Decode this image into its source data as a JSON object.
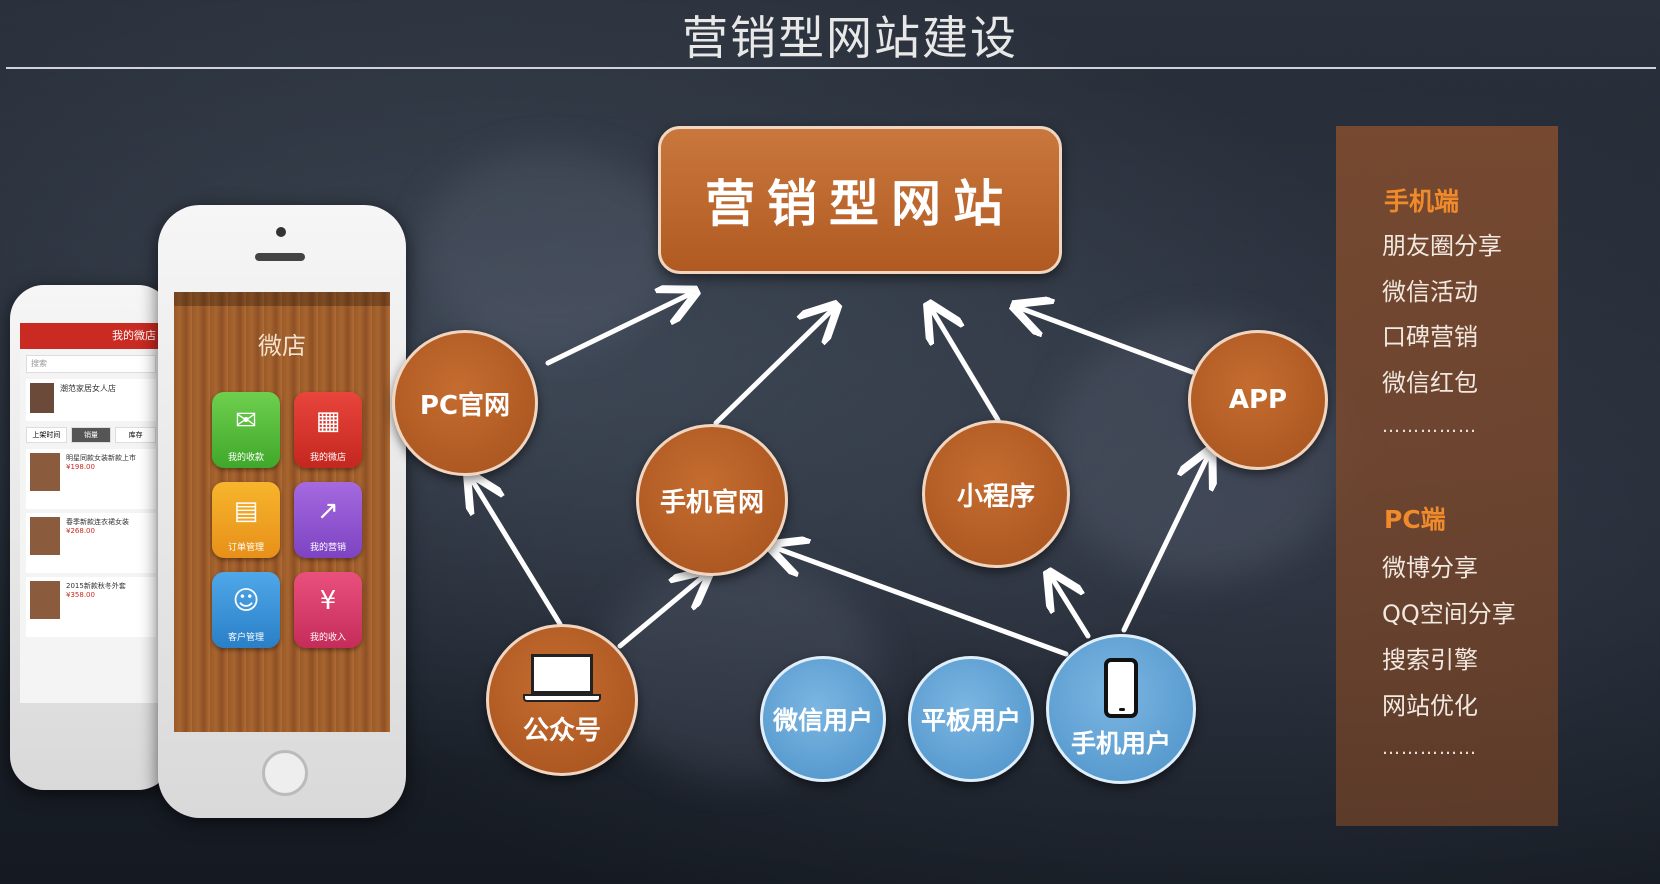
{
  "title": "营销型网站建设",
  "diagram": {
    "center": "营销型网站",
    "nodes": {
      "pc_site": "PC官网",
      "mobile_site": "手机官网",
      "mini_program": "小程序",
      "app": "APP",
      "official_account": "公众号",
      "wechat_users": "微信用户",
      "tablet_users": "平板用户",
      "mobile_users": "手机用户"
    }
  },
  "side_panel": {
    "mobile_heading": "手机端",
    "mobile_items": [
      "朋友圈分享",
      "微信活动",
      "口碑营销",
      "微信红包"
    ],
    "pc_heading": "PC端",
    "pc_items": [
      "微博分享",
      "QQ空间分享",
      "搜索引擎",
      "网站优化"
    ],
    "ellipsis": "……………"
  },
  "phone_front": {
    "screen_title": "微店",
    "apps": [
      "我的收款",
      "我的微店",
      "订单管理",
      "我的营销",
      "客户管理",
      "我的收入"
    ]
  },
  "phone_back": {
    "header": "我的微店",
    "search": "搜索",
    "shop_name": "潮范家居女人店",
    "tabs": [
      "上架时间",
      "销量",
      "库存"
    ],
    "items": [
      {
        "name": "明星同款女装新款上市",
        "price": "¥198.00"
      },
      {
        "name": "春季新款连衣裙女装",
        "price": "¥268.00"
      },
      {
        "name": "2015新款秋冬外套",
        "price": "¥358.00"
      }
    ]
  },
  "colors": {
    "brown_node": "#b05a22",
    "blue_node": "#5b9fd2",
    "panel_heading": "#f08a2a",
    "arrow": "#ffffff"
  }
}
